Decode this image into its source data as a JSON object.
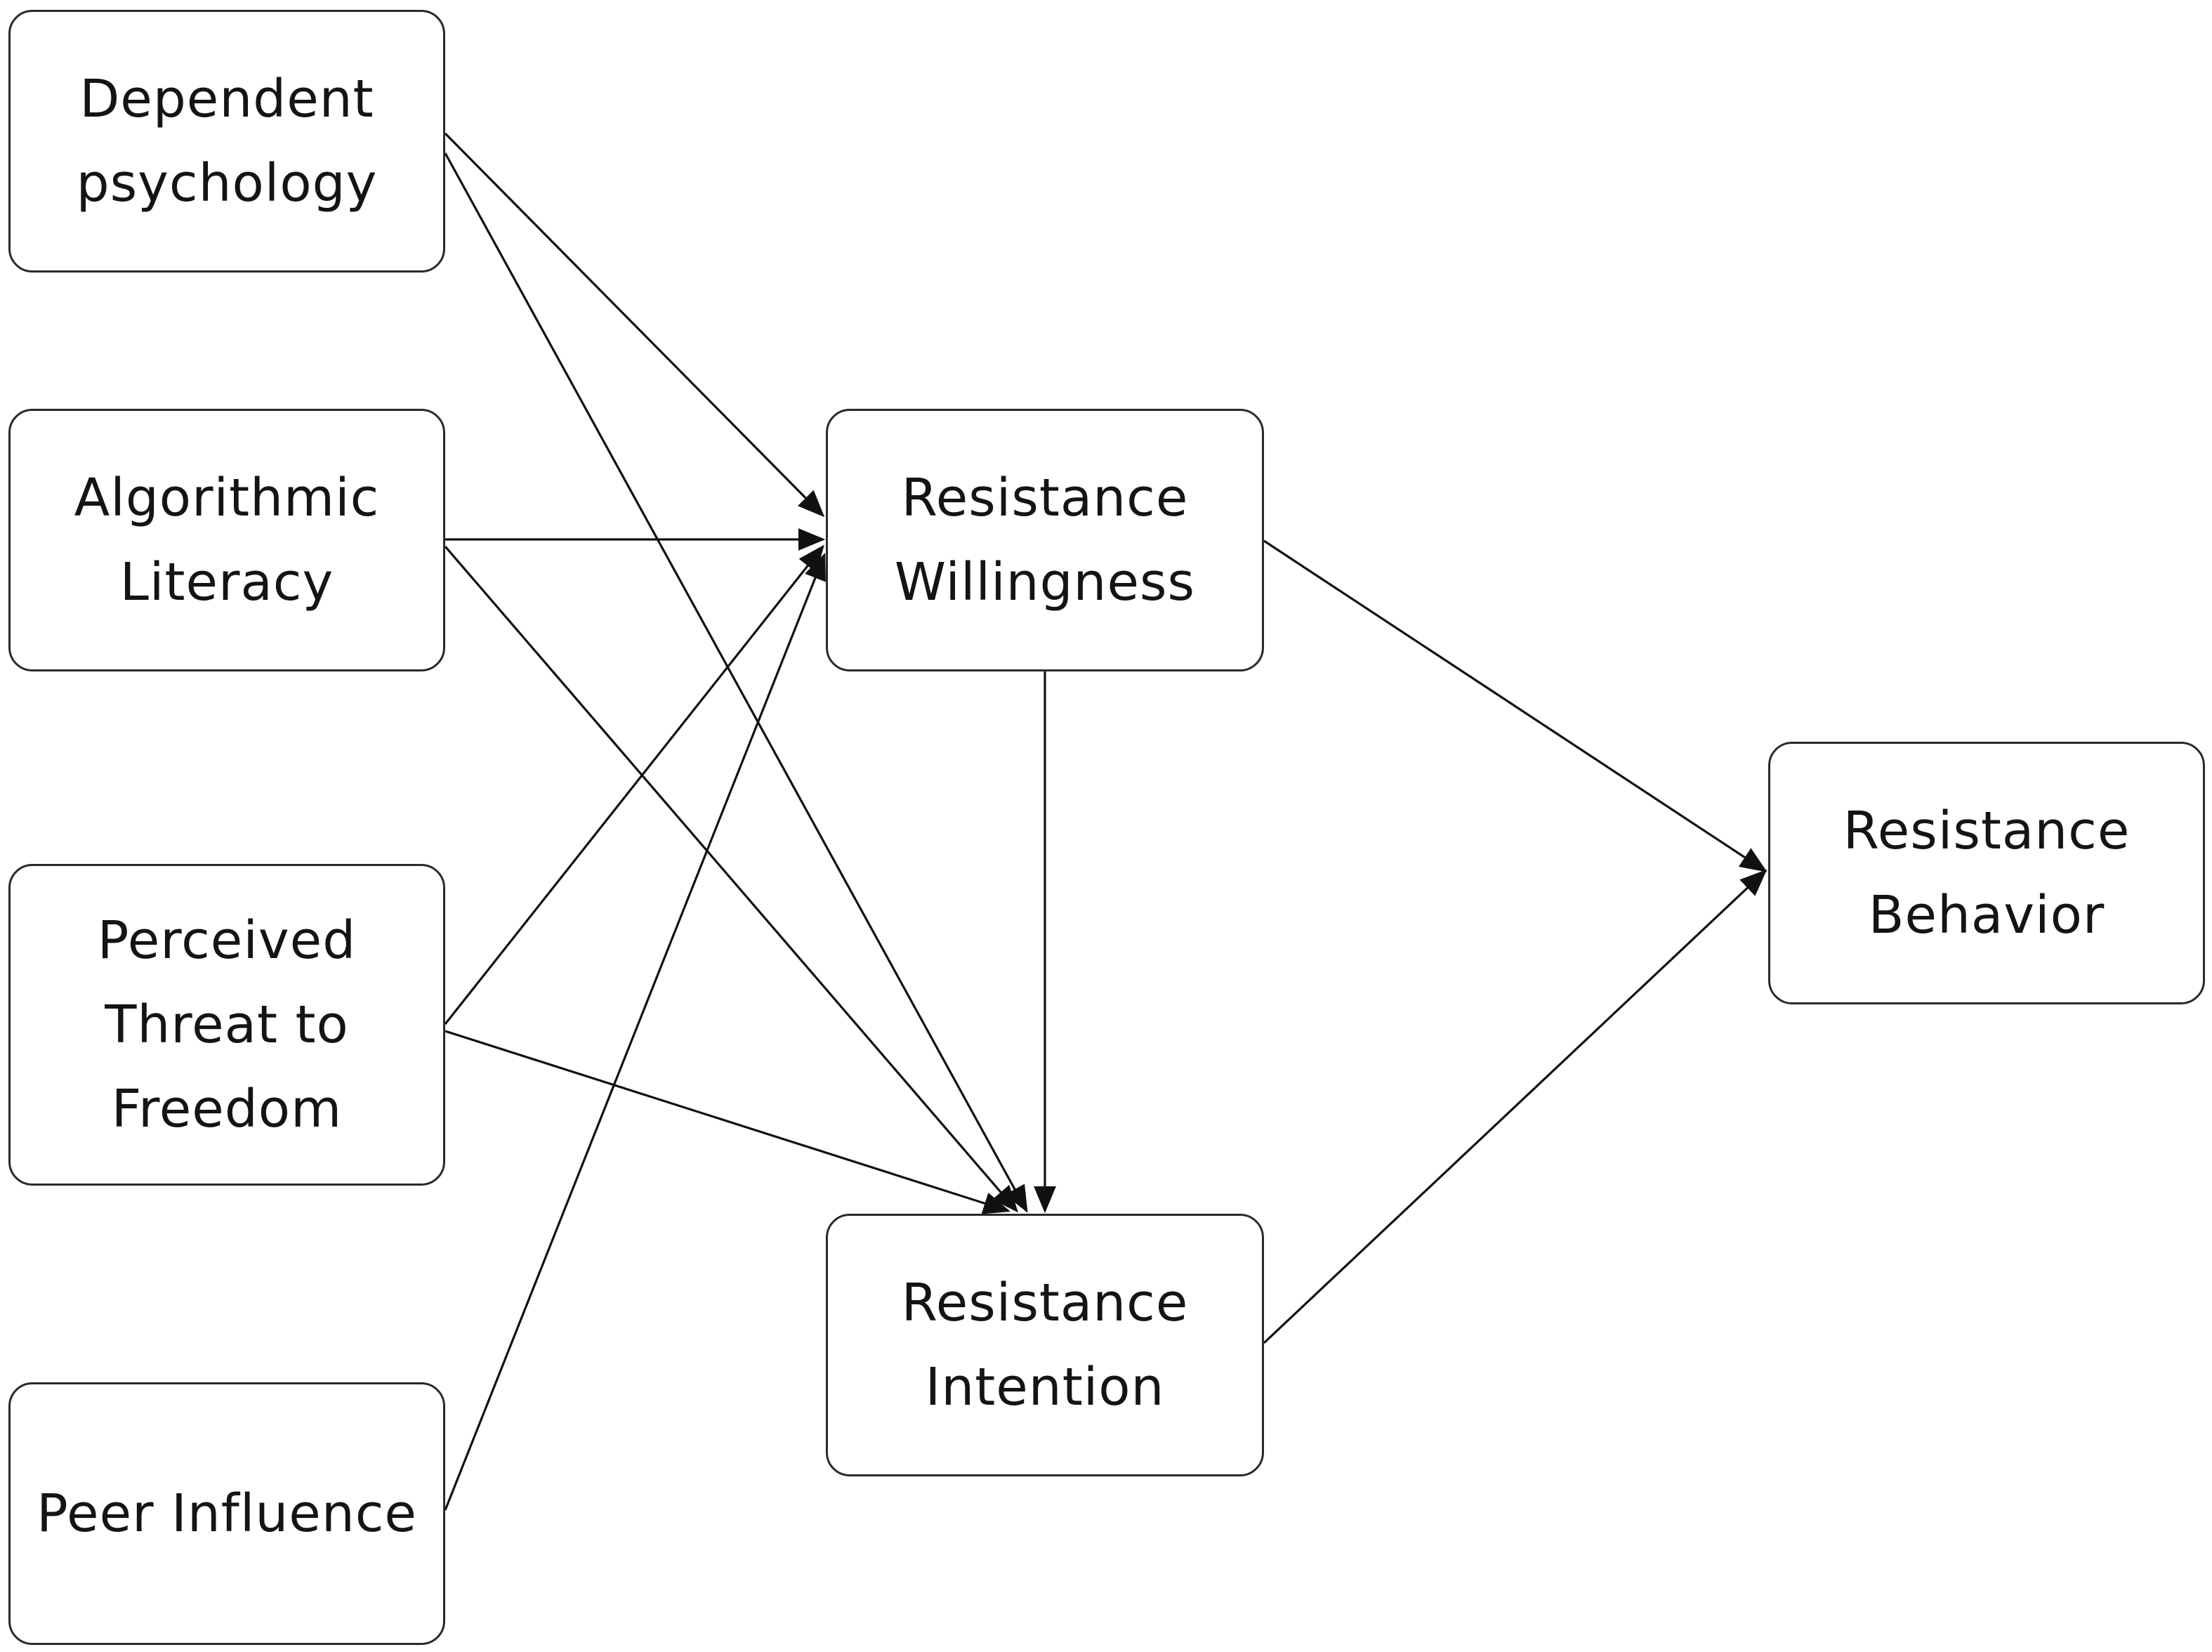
{
  "nodes": {
    "dependent_psychology": {
      "line1": "Dependent",
      "line2": "psychology"
    },
    "algorithmic_literacy": {
      "line1": "Algorithmic",
      "line2": "Literacy"
    },
    "perceived_threat": {
      "line1": "Perceived",
      "line2": "Threat to",
      "line3": "Freedom"
    },
    "peer_influence": {
      "line1": "Peer Influence"
    },
    "resistance_willingness": {
      "line1": "Resistance",
      "line2": "Willingness"
    },
    "resistance_intention": {
      "line1": "Resistance",
      "line2": "Intention"
    },
    "resistance_behavior": {
      "line1": "Resistance",
      "line2": "Behavior"
    }
  },
  "edges": [
    {
      "from": "Dependent psychology",
      "to": "Resistance Willingness"
    },
    {
      "from": "Dependent psychology",
      "to": "Resistance Intention"
    },
    {
      "from": "Algorithmic Literacy",
      "to": "Resistance Willingness"
    },
    {
      "from": "Algorithmic Literacy",
      "to": "Resistance Intention"
    },
    {
      "from": "Perceived Threat to Freedom",
      "to": "Resistance Willingness"
    },
    {
      "from": "Perceived Threat to Freedom",
      "to": "Resistance Intention"
    },
    {
      "from": "Peer Influence",
      "to": "Resistance Willingness"
    },
    {
      "from": "Resistance Willingness",
      "to": "Resistance Intention"
    },
    {
      "from": "Resistance Willingness",
      "to": "Resistance Behavior"
    },
    {
      "from": "Resistance Intention",
      "to": "Resistance Behavior"
    }
  ],
  "colors": {
    "line": "#111111",
    "box_border": "#2a2a2a",
    "text": "#141414",
    "background": "#ffffff"
  }
}
